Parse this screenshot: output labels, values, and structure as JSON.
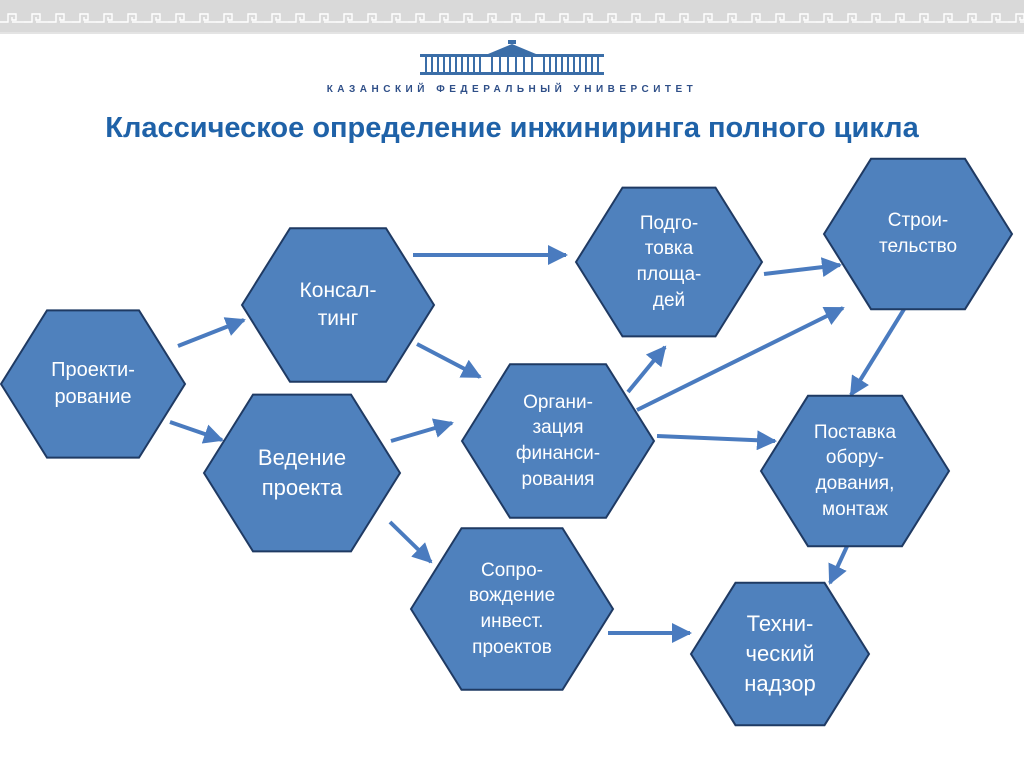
{
  "header": {
    "university_name": "КАЗАНСКИЙ ФЕДЕРАЛЬНЫЙ УНИВЕРСИТЕТ",
    "title": "Классическое определение инжиниринга полного цикла"
  },
  "colors": {
    "hex_fill": "#4f81bd",
    "hex_stroke": "#1f3a63",
    "arrow": "#4a7bbf",
    "title": "#1f62a8",
    "band": "#d9d9d9",
    "band_pattern": "#ffffff",
    "logo": "#3b6ea8"
  },
  "diagram": {
    "nodes": [
      {
        "id": "design",
        "label": "Проекти-\nрование"
      },
      {
        "id": "consulting",
        "label": "Консал-\nтинг"
      },
      {
        "id": "project_mgmt",
        "label": "Ведение\nпроекта"
      },
      {
        "id": "site_prep",
        "label": "Подго-\nтовка\nплоща-\nдей"
      },
      {
        "id": "construction",
        "label": "Строи-\nтельство"
      },
      {
        "id": "financing",
        "label": "Органи-\nзация\nфинанси-\nрования"
      },
      {
        "id": "equipment",
        "label": "Поставка\nобору-\nдования,\nмонтаж"
      },
      {
        "id": "support",
        "label": "Сопро-\nвождение\nинвест.\nпроектов"
      },
      {
        "id": "supervision",
        "label": "Техни-\nческий\nнадзор"
      }
    ],
    "edges": [
      {
        "from": "design",
        "to": "consulting"
      },
      {
        "from": "design",
        "to": "project_mgmt"
      },
      {
        "from": "consulting",
        "to": "site_prep"
      },
      {
        "from": "consulting",
        "to": "financing"
      },
      {
        "from": "project_mgmt",
        "to": "financing"
      },
      {
        "from": "project_mgmt",
        "to": "support"
      },
      {
        "from": "site_prep",
        "to": "construction"
      },
      {
        "from": "financing",
        "to": "site_prep"
      },
      {
        "from": "financing",
        "to": "construction"
      },
      {
        "from": "financing",
        "to": "equipment"
      },
      {
        "from": "construction",
        "to": "equipment"
      },
      {
        "from": "equipment",
        "to": "supervision"
      },
      {
        "from": "support",
        "to": "supervision"
      }
    ]
  }
}
